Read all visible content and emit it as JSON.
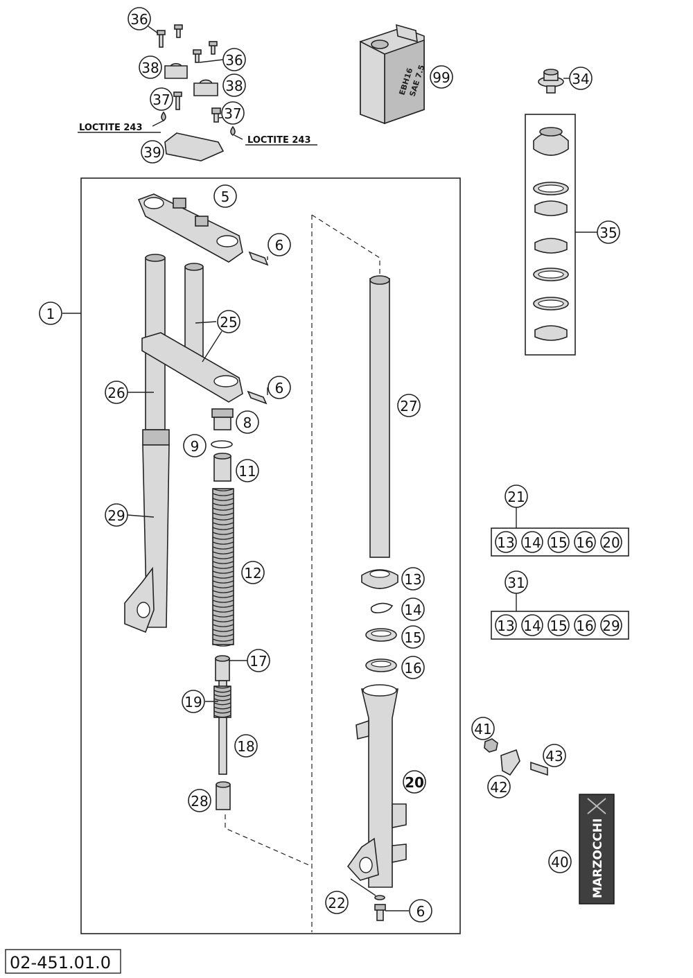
{
  "diagram_number": "02-451.01.0",
  "loctite_labels": [
    "LOCTITE 243",
    "LOCTITE 243"
  ],
  "can_label": [
    "EBH16",
    "SAE 7.5"
  ],
  "logo_text": "MARZOCCHI",
  "kit_21": {
    "number": "21",
    "items": [
      "13",
      "14",
      "15",
      "16",
      "20"
    ]
  },
  "kit_31": {
    "number": "31",
    "items": [
      "13",
      "14",
      "15",
      "16",
      "29"
    ]
  },
  "callouts": {
    "c36a": "36",
    "c36b": "36",
    "c38a": "38",
    "c38b": "38",
    "c37a": "37",
    "c37b": "37",
    "c39": "39",
    "c99": "99",
    "c34": "34",
    "c35": "35",
    "c1": "1",
    "c5": "5",
    "c6a": "6",
    "c25": "25",
    "c6b": "6",
    "c26": "26",
    "c8": "8",
    "c9": "9",
    "c11": "11",
    "c29": "29",
    "c12": "12",
    "c17": "17",
    "c19": "19",
    "c18": "18",
    "c28": "28",
    "c27": "27",
    "c13": "13",
    "c14": "14",
    "c15": "15",
    "c16": "16",
    "c20": "20",
    "c22": "22",
    "c6c": "6",
    "c41": "41",
    "c43": "43",
    "c42": "42",
    "c40": "40"
  }
}
